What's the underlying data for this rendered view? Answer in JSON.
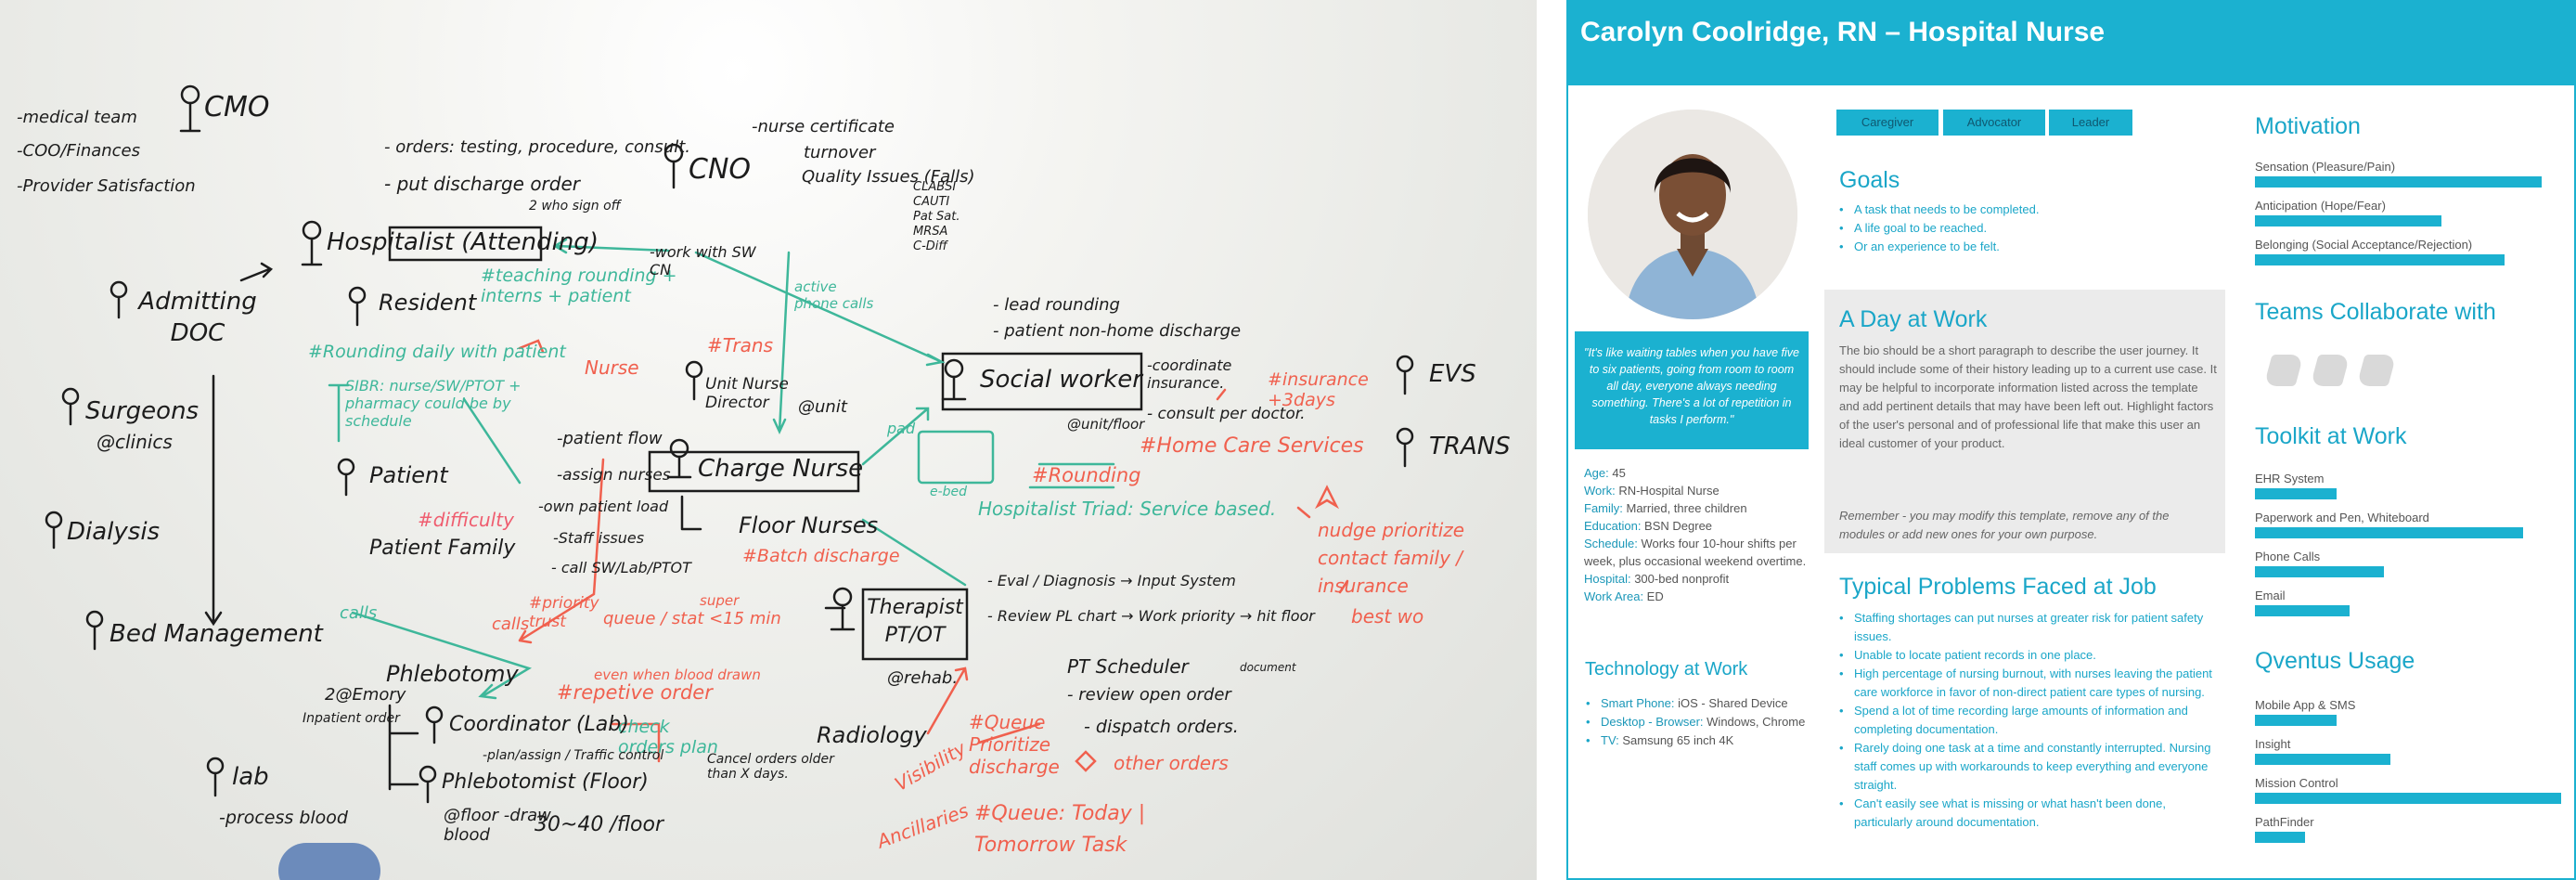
{
  "whiteboard": {
    "cmo": "CMO",
    "cmo_notes": [
      "-medical team",
      "-COO/Finances",
      "-Provider Satisfaction"
    ],
    "admitting": "Admitting DOC",
    "surgeons": "Surgeons",
    "surgeons_sub": "@clinics",
    "dialysis": "Dialysis",
    "bed_mgmt": "Bed Management",
    "hospitalist": "Hospitalist (Attending)",
    "resident": "Resident",
    "orders_note": "- orders: testing, procedure, consult.",
    "put_discharge": "- put discharge order",
    "two_sign_off": "2 who sign off",
    "teaching": "#teaching rounding + interns + patient",
    "rounding_daily": "#Rounding daily with patient",
    "nurse": "Nurse",
    "sibr": "SIBR: nurse/SW/PTOT + pharmacy could be by schedule",
    "patient": "Patient",
    "patient_family": "Patient Family",
    "difficulty": "#difficulty",
    "cno": "CNO",
    "cno_notes": [
      "-nurse certificate",
      "turnover",
      "Quality Issues (Falls)"
    ],
    "cno_list": [
      "CLABSI",
      "CAUTI",
      "Pat Sat.",
      "MRSA",
      "C-Diff"
    ],
    "work_with": "-work with SW CN",
    "active_phone": "active phone calls",
    "trans_top": "#Trans",
    "unit_director": "Unit Nurse Director",
    "at_unit": "@unit",
    "patient_flow": "-patient flow",
    "assign_nurses": "-assign nurses",
    "own_load": "-own patient load",
    "staff_issues": "-Staff issues",
    "call_sw": "- call SW/Lab/PTOT",
    "charge_nurse": "Charge Nurse",
    "floor_nurses": "Floor Nurses",
    "batch_discharge": "#Batch discharge",
    "priority_trust": "#priority trust",
    "calls": "calls",
    "calls2": "calls",
    "queue_stat": "queue / stat <15 min",
    "super": "super",
    "even_when": "even when blood drawn",
    "repetive": "#repetive order",
    "check_orders": "check orders plan",
    "cancel_orders": "Cancel orders older than X days.",
    "phlebotomy": "Phlebotomy",
    "two_emory": "2@Emory",
    "inpatient_order": "Inpatient order",
    "coordinator": "Coordinator (Lab)",
    "plan_assign": "-plan/assign / Traffic control",
    "phlebotomist": "Phlebotomist (Floor)",
    "at_floor": "@floor -draw blood",
    "thirty_forty": "30~40 /floor",
    "lab": "lab",
    "process_blood": "-process blood",
    "lead_rounding": "- lead rounding",
    "patient_nonhome": "- patient non-home discharge",
    "social_worker": "Social worker",
    "coordinate_ins": "-coordinate insurance.",
    "consult_doctor": "- consult per doctor.",
    "insurance": "#insurance +3days",
    "at_unit_floor": "@unit/floor",
    "home_care": "#Home Care Services",
    "evs": "EVS",
    "trans_right": "TRANS",
    "ebed": "e-bed",
    "pad": "pad",
    "rounding2": "#Rounding",
    "hospitalist_triad": "Hospitalist Triad: Service based.",
    "nudge": "nudge prioritize contact family / insurance",
    "eval": "- Eval / Diagnosis → Input System",
    "review_pl": "- Review PL chart → Work priority → hit floor",
    "document": "document",
    "best": "best wo",
    "therapist": "Therapist PT/OT",
    "at_rehab": "@rehab.",
    "pt_scheduler": "PT Scheduler",
    "review_open": "- review open order",
    "dispatch": "- dispatch orders.",
    "queue_prioritize": "#Queue Prioritize discharge",
    "other_orders": "other orders",
    "radiology": "Radiology",
    "visibility": "Visibility",
    "ancillaries": "Ancillaries",
    "queue_today": "#Queue: Today | Tomorrow Task",
    "colors": {
      "ink": "#1c1c1c",
      "green": "#3eb79a",
      "red": "#f0604e",
      "pink": "#ef5d6f"
    }
  },
  "persona": {
    "title": "Carolyn Coolridge, RN – Hospital Nurse",
    "tags": [
      "Caregiver",
      "Advocator",
      "Leader"
    ],
    "quote": "\"It's like waiting tables when you have five to six patients, going from room to room all day, everyone always needing something. There's a lot of repetition in tasks I perform.\"",
    "details": [
      {
        "label": "Age:",
        "value": " 45"
      },
      {
        "label": "Work:",
        "value": " RN-Hospital Nurse"
      },
      {
        "label": "Family:",
        "value": " Married, three children"
      },
      {
        "label": "Education:",
        "value": " BSN Degree"
      },
      {
        "label": "Schedule:",
        "value": " Works four 10-hour shifts per week, plus occasional weekend overtime."
      },
      {
        "label": "Hospital:",
        "value": " 300-bed nonprofit"
      },
      {
        "label": "Work Area:",
        "value": " ED"
      }
    ],
    "tech_title": "Technology at Work",
    "tech": [
      {
        "label": "Smart Phone:",
        "value": " iOS - Shared Device"
      },
      {
        "label": "Desktop - Browser:",
        "value": " Windows, Chrome"
      },
      {
        "label": "TV:",
        "value": " Samsung 65 inch 4K"
      }
    ],
    "goals_title": "Goals",
    "goals": [
      "A task that needs to be completed.",
      "A life goal to be reached.",
      "Or an experience to be felt."
    ],
    "day_title": "A Day at Work",
    "day_text": "The bio should be a short paragraph to describe the user journey. It should include some of their history leading up to a current use case. It may be helpful to incorporate information listed across the template and add pertinent details that may have been left out. Highlight factors of the user's personal and of professional life that make this user an ideal customer of your product.",
    "day_note": "Remember - you may modify this template, remove any of the modules or add new ones for your own purpose.",
    "problems_title": "Typical Problems Faced at Job",
    "problems": [
      "Staffing shortages can put nurses at greater risk for patient safety issues.",
      "Unable to locate patient records in one place.",
      "High percentage of nursing burnout, with nurses leaving the patient care workforce in favor of non-direct patient care types of nursing.",
      "Spend a lot of time recording large amounts of information and completing documentation.",
      "Rarely doing one task at a time and constantly interrupted. Nursing staff comes up with workarounds to keep everything and everyone straight.",
      "Can't easily see what is missing or what hasn't been done, particularly around documentation."
    ],
    "motivation_title": "Motivation",
    "motivation": [
      {
        "label": "Sensation (Pleasure/Pain)",
        "value": 0.91
      },
      {
        "label": "Anticipation (Hope/Fear)",
        "value": 0.59
      },
      {
        "label": "Belonging (Social Acceptance/Rejection)",
        "value": 0.79
      }
    ],
    "teams_title": "Teams Collaborate with",
    "teams_icons": [
      "hand-icon",
      "hand-icon",
      "hand-icon"
    ],
    "toolkit_title": "Toolkit at Work",
    "toolkit": [
      {
        "label": "EHR System",
        "value": 0.26
      },
      {
        "label": "Paperwork and Pen, Whiteboard",
        "value": 0.85
      },
      {
        "label": "Phone Calls",
        "value": 0.41
      },
      {
        "label": "Email",
        "value": 0.3
      }
    ],
    "qventus_title": "Qventus Usage",
    "qventus": [
      {
        "label": "Mobile App & SMS",
        "value": 0.26
      },
      {
        "label": "Insight",
        "value": 0.43
      },
      {
        "label": "Mission Control",
        "value": 0.97
      },
      {
        "label": "PathFinder",
        "value": 0.16
      }
    ],
    "colors": {
      "accent": "#1bb1d0",
      "day_bg": "#ebebeb"
    }
  }
}
